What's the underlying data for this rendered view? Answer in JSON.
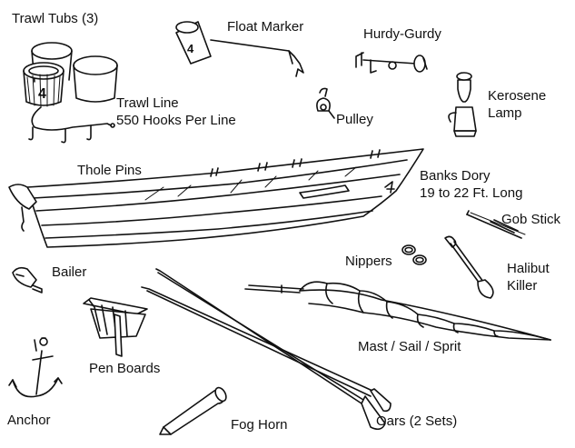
{
  "labels": {
    "trawl_tubs": "Trawl Tubs (3)",
    "float_marker": "Float Marker",
    "hurdy_gurdy": "Hurdy-Gurdy",
    "trawl_line": [
      "Trawl Line",
      "550 Hooks Per Line"
    ],
    "pulley": "Pulley",
    "kerosene_lamp": [
      "Kerosene",
      "Lamp"
    ],
    "thole_pins": "Thole Pins",
    "banks_dory": [
      "Banks Dory",
      "19 to 22 Ft. Long"
    ],
    "gob_stick": "Gob Stick",
    "nippers": "Nippers",
    "halibut_killer": [
      "Halibut",
      "Killer"
    ],
    "bailer": "Bailer",
    "pen_boards": "Pen Boards",
    "mast_sail_sprit": "Mast / Sail / Sprit",
    "anchor": "Anchor",
    "fog_horn": "Fog Horn",
    "oars": "Oars (2 Sets)"
  },
  "tub_marking": "4",
  "float_marking": "4"
}
